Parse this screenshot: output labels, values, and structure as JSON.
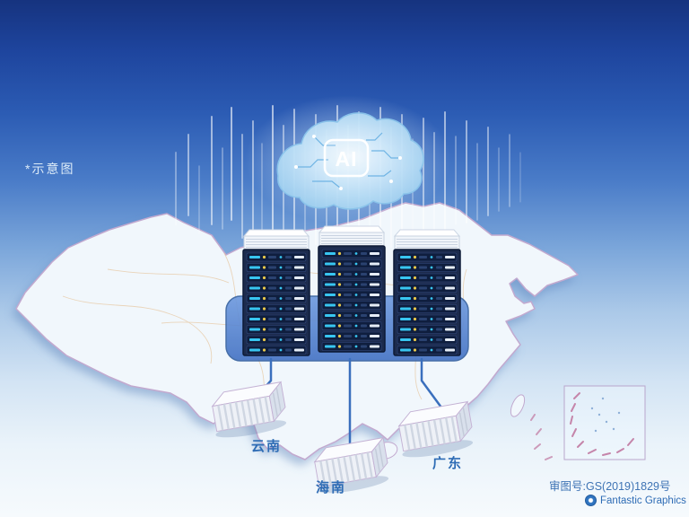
{
  "page": {
    "disclaimer": "*示意图",
    "ai_label": "AI",
    "map_approval": "审图号:GS(2019)1829号",
    "brand": "Fantastic Graphics"
  },
  "regions": [
    {
      "name": "云南"
    },
    {
      "name": "海南"
    },
    {
      "name": "广东"
    }
  ],
  "colors": {
    "bg_top": "#16337f",
    "bg_bottom": "#f6fafd",
    "map_fill": "#f1f7fc",
    "map_stroke": "#c2a9cf",
    "server_body": "#1c2b4d",
    "accent_cyan": "#38c6f0",
    "label_blue": "#2e6cb5",
    "platform_blue": "#4f7fd0"
  }
}
